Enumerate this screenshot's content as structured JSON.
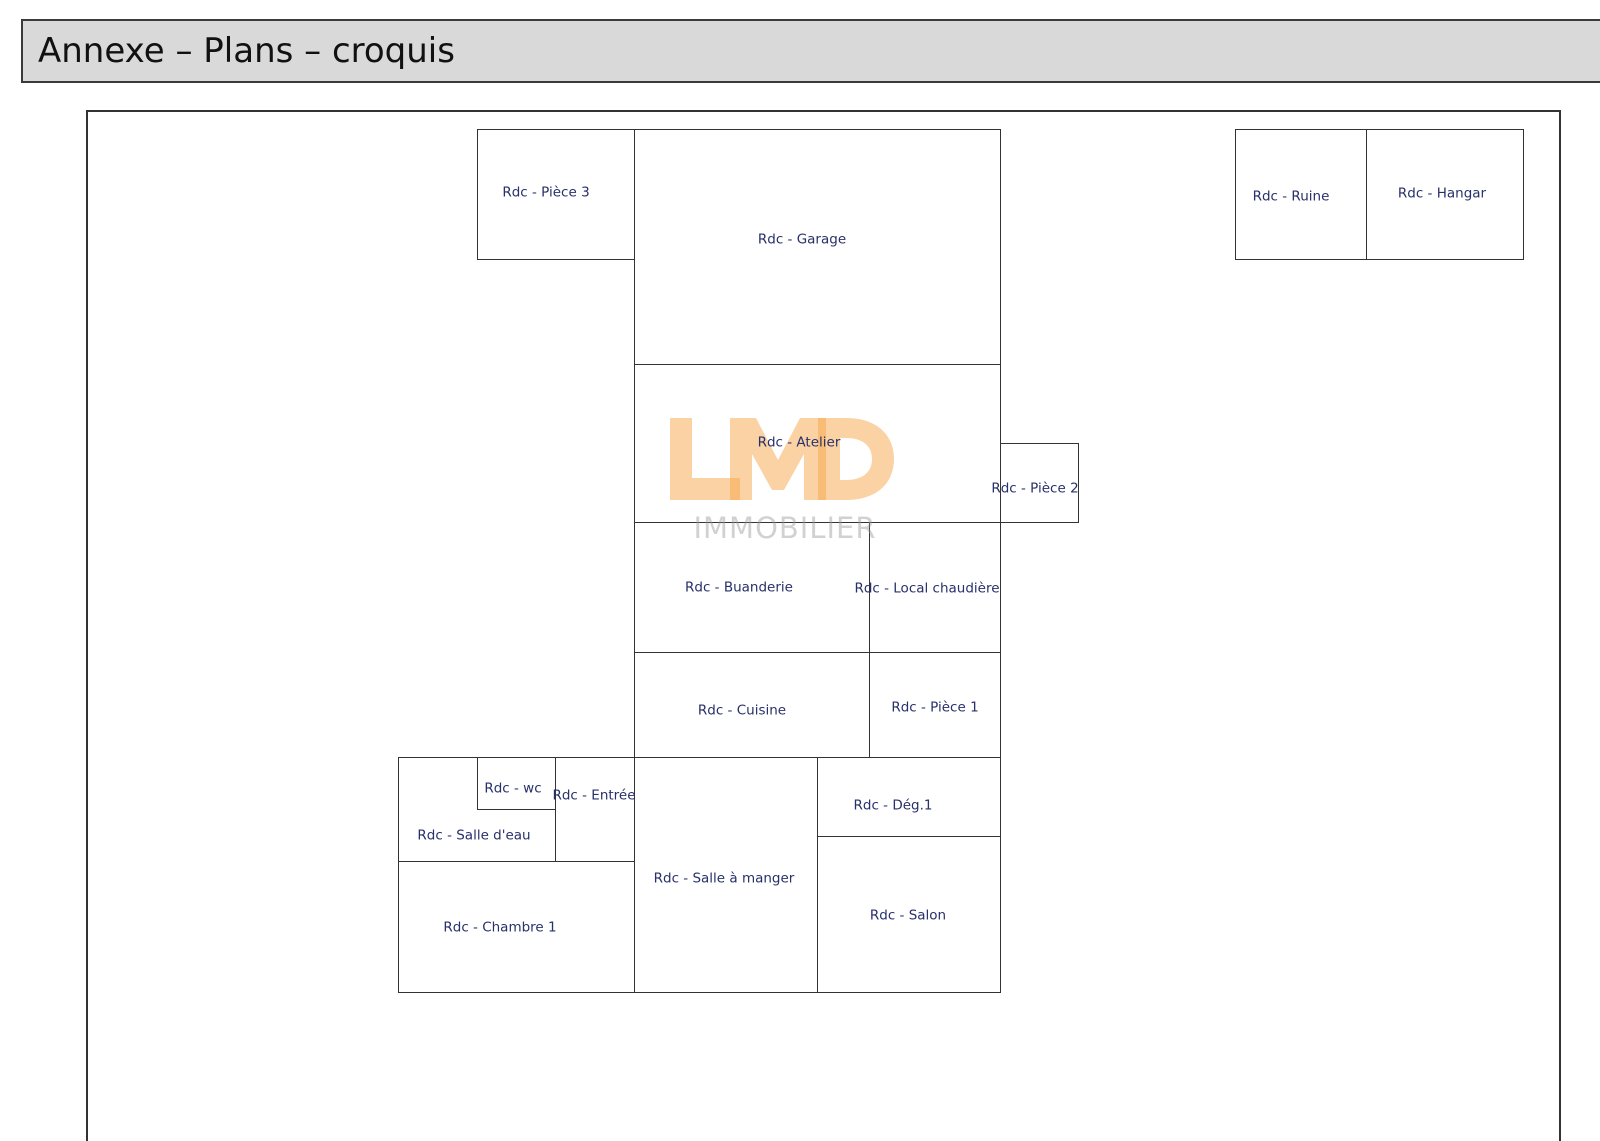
{
  "header": {
    "title": "Annexe – Plans – croquis"
  },
  "watermark": {
    "logo": "LMD",
    "subtitle": "IMMOBILIER",
    "color": "#f7a54a"
  },
  "rooms": {
    "piece3": "Rdc - Pièce 3",
    "garage": "Rdc - Garage",
    "ruine": "Rdc - Ruine",
    "hangar": "Rdc - Hangar",
    "atelier": "Rdc - Atelier",
    "piece2": "Rdc - Pièce 2",
    "buanderie": "Rdc - Buanderie",
    "local_chaudiere": "Rdc - Local chaudière",
    "cuisine": "Rdc - Cuisine",
    "piece1": "Rdc - Pièce 1",
    "wc": "Rdc - wc",
    "entree": "Rdc - Entrée",
    "salle_eau": "Rdc - Salle d'eau",
    "deg1": "Rdc - Dég.1",
    "salle_manger": "Rdc - Salle à manger",
    "salon": "Rdc - Salon",
    "chambre1": "Rdc - Chambre 1"
  }
}
